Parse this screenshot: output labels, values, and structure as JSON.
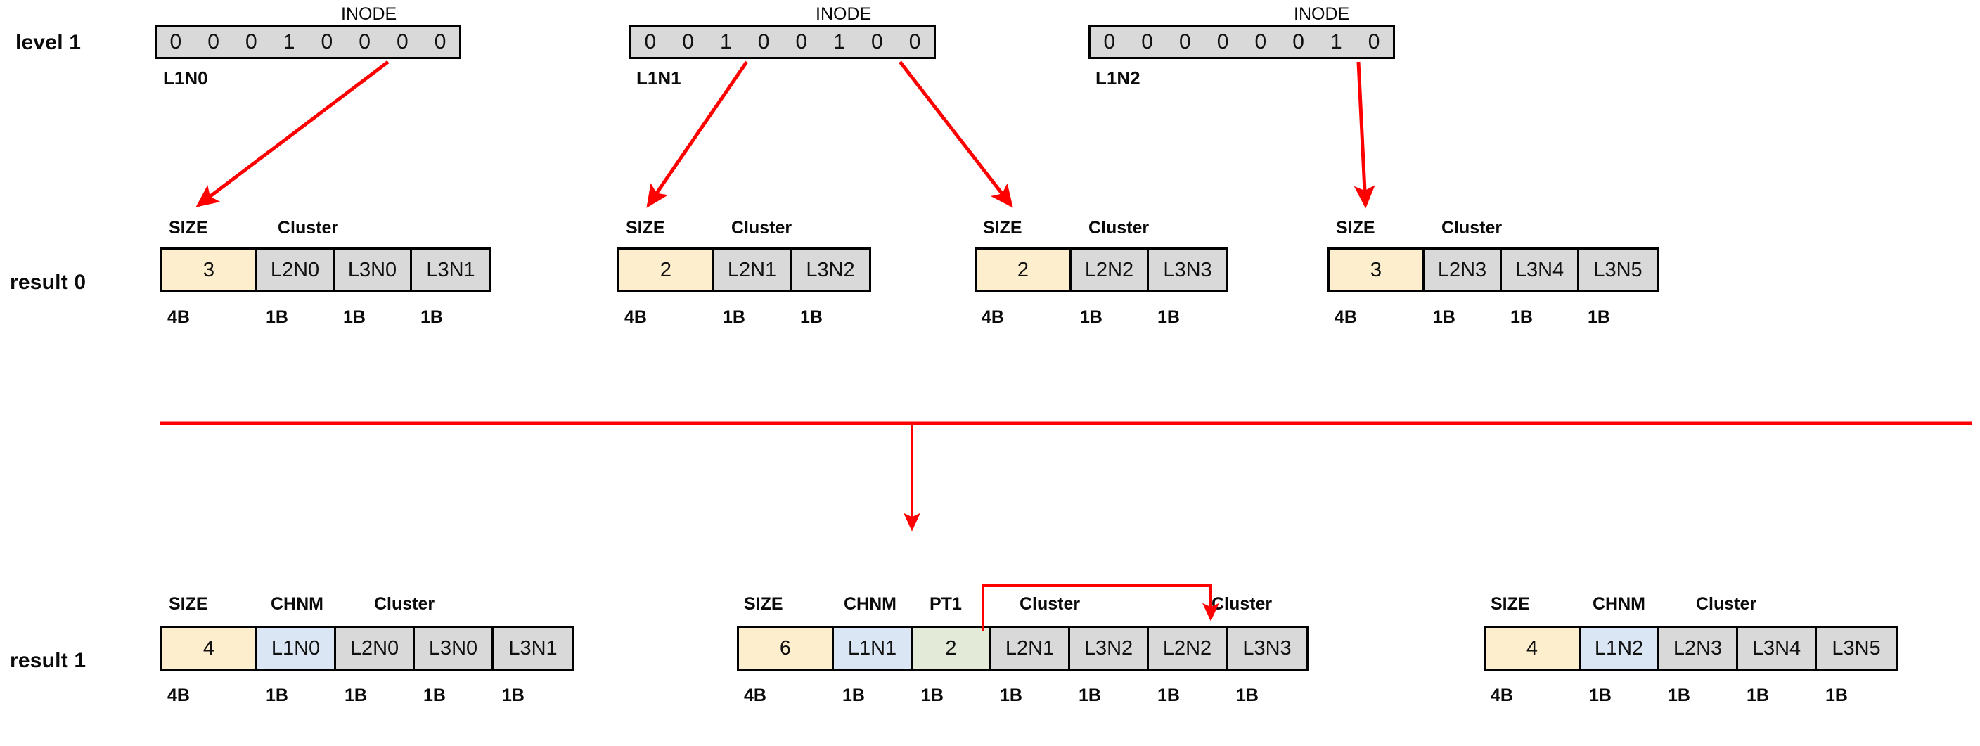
{
  "diagram": {
    "title": "INODE cluster record layout transformation",
    "accent_color": "#ff0000",
    "colors": {
      "size_cell": "#fdeecd",
      "chnm_cell": "#dbe6f4",
      "pt_cell": "#e3ead8",
      "cluster_cell": "#d9d9d9",
      "bitmap": "#d9d9d9",
      "border": "#000000"
    }
  },
  "rows": {
    "level1": {
      "label": "level 1"
    },
    "result0": {
      "label": "result 0"
    },
    "result1": {
      "label": "result 1"
    }
  },
  "level1": {
    "inode_caption": "INODE",
    "nodes": [
      {
        "name": "L1N0",
        "bits": [
          "0",
          "0",
          "0",
          "1",
          "0",
          "0",
          "0",
          "0"
        ]
      },
      {
        "name": "L1N1",
        "bits": [
          "0",
          "0",
          "1",
          "0",
          "0",
          "1",
          "0",
          "0"
        ]
      },
      {
        "name": "L1N2",
        "bits": [
          "0",
          "0",
          "0",
          "0",
          "0",
          "0",
          "1",
          "0"
        ]
      }
    ]
  },
  "result0": {
    "captions": {
      "size": "SIZE",
      "cluster": "Cluster"
    },
    "records": [
      {
        "headers": [
          "SIZE",
          "Cluster"
        ],
        "cells": [
          {
            "text": "3",
            "type": "size"
          },
          {
            "text": "L2N0",
            "type": "cluster"
          },
          {
            "text": "L3N0",
            "type": "cluster"
          },
          {
            "text": "L3N1",
            "type": "cluster"
          }
        ],
        "sizes": [
          "4B",
          "1B",
          "1B",
          "1B"
        ]
      },
      {
        "headers": [
          "SIZE",
          "Cluster"
        ],
        "cells": [
          {
            "text": "2",
            "type": "size"
          },
          {
            "text": "L2N1",
            "type": "cluster"
          },
          {
            "text": "L3N2",
            "type": "cluster"
          }
        ],
        "sizes": [
          "4B",
          "1B",
          "1B"
        ]
      },
      {
        "headers": [
          "SIZE",
          "Cluster"
        ],
        "cells": [
          {
            "text": "2",
            "type": "size"
          },
          {
            "text": "L2N2",
            "type": "cluster"
          },
          {
            "text": "L3N3",
            "type": "cluster"
          }
        ],
        "sizes": [
          "4B",
          "1B",
          "1B"
        ]
      },
      {
        "headers": [
          "SIZE",
          "Cluster"
        ],
        "cells": [
          {
            "text": "3",
            "type": "size"
          },
          {
            "text": "L2N3",
            "type": "cluster"
          },
          {
            "text": "L3N4",
            "type": "cluster"
          },
          {
            "text": "L3N5",
            "type": "cluster"
          }
        ],
        "sizes": [
          "4B",
          "1B",
          "1B",
          "1B"
        ]
      }
    ]
  },
  "result1": {
    "records": [
      {
        "headers": [
          "SIZE",
          "CHNM",
          "Cluster"
        ],
        "cells": [
          {
            "text": "4",
            "type": "size"
          },
          {
            "text": "L1N0",
            "type": "chnm"
          },
          {
            "text": "L2N0",
            "type": "cluster"
          },
          {
            "text": "L3N0",
            "type": "cluster"
          },
          {
            "text": "L3N1",
            "type": "cluster"
          }
        ],
        "sizes": [
          "4B",
          "1B",
          "1B",
          "1B",
          "1B"
        ]
      },
      {
        "headers": [
          "SIZE",
          "CHNM",
          "PT1",
          "Cluster",
          "Cluster"
        ],
        "cells": [
          {
            "text": "6",
            "type": "size"
          },
          {
            "text": "L1N1",
            "type": "chnm"
          },
          {
            "text": "2",
            "type": "pt"
          },
          {
            "text": "L2N1",
            "type": "cluster"
          },
          {
            "text": "L3N2",
            "type": "cluster"
          },
          {
            "text": "L2N2",
            "type": "cluster"
          },
          {
            "text": "L3N3",
            "type": "cluster"
          }
        ],
        "sizes": [
          "4B",
          "1B",
          "1B",
          "1B",
          "1B",
          "1B",
          "1B"
        ]
      },
      {
        "headers": [
          "SIZE",
          "CHNM",
          "Cluster"
        ],
        "cells": [
          {
            "text": "4",
            "type": "size"
          },
          {
            "text": "L1N2",
            "type": "chnm"
          },
          {
            "text": "L2N3",
            "type": "cluster"
          },
          {
            "text": "L3N4",
            "type": "cluster"
          },
          {
            "text": "L3N5",
            "type": "cluster"
          }
        ],
        "sizes": [
          "4B",
          "1B",
          "1B",
          "1B",
          "1B"
        ]
      }
    ]
  }
}
